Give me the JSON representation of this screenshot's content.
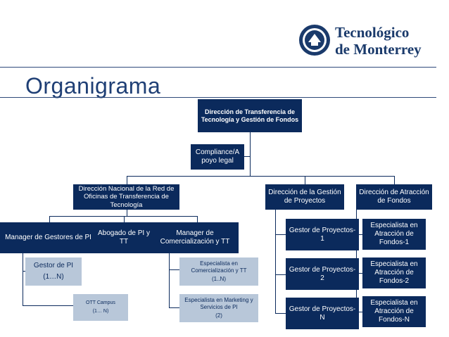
{
  "page_title": "Organigrama",
  "logo": {
    "line1": "Tecnológico",
    "line2": "de Monterrey"
  },
  "colors": {
    "dark": "#0b2a5c",
    "light": "#b8c7d9",
    "title": "#1f3f75",
    "rule": "#2e4a7a"
  },
  "nodes": {
    "top": "Dirección de Transferencia de Tecnología y Gestión de Fondos",
    "compliance": "Compliance/A poyo legal",
    "red": "Dirección Nacional de la Red de Oficinas de Transferencia de Tecnología",
    "gestion": "Dirección de la Gestión de Proyectos",
    "atraccion": "Dirección  de Atracción de Fondos",
    "manager_gestores": "Manager de Gestores de PI",
    "abogado": "Abogado de PI y TT",
    "manager_comercial": "Manager de Comercialización y TT",
    "gestor_pi": "Gestor de PI",
    "gestor_pi_count": "(1…N)",
    "ott": "OTT Campus",
    "ott_count": "(1… N)",
    "esp_comercial": "Especialista en Comercialización y TT",
    "esp_comercial_count": "(1..N)",
    "esp_marketing": "Especialista en Marketing y Servicios de PI",
    "esp_marketing_count": "(2)",
    "gp1": "Gestor de Proyectos-1",
    "gp2": "Gestor de Proyectos-2",
    "gpn": "Gestor de Proyectos-N",
    "ea1": "Especialista en Atracción de Fondos-1",
    "ea2": "Especialista en Atracción de Fondos-2",
    "ean": "Especialista en Atracción de Fondos-N"
  }
}
